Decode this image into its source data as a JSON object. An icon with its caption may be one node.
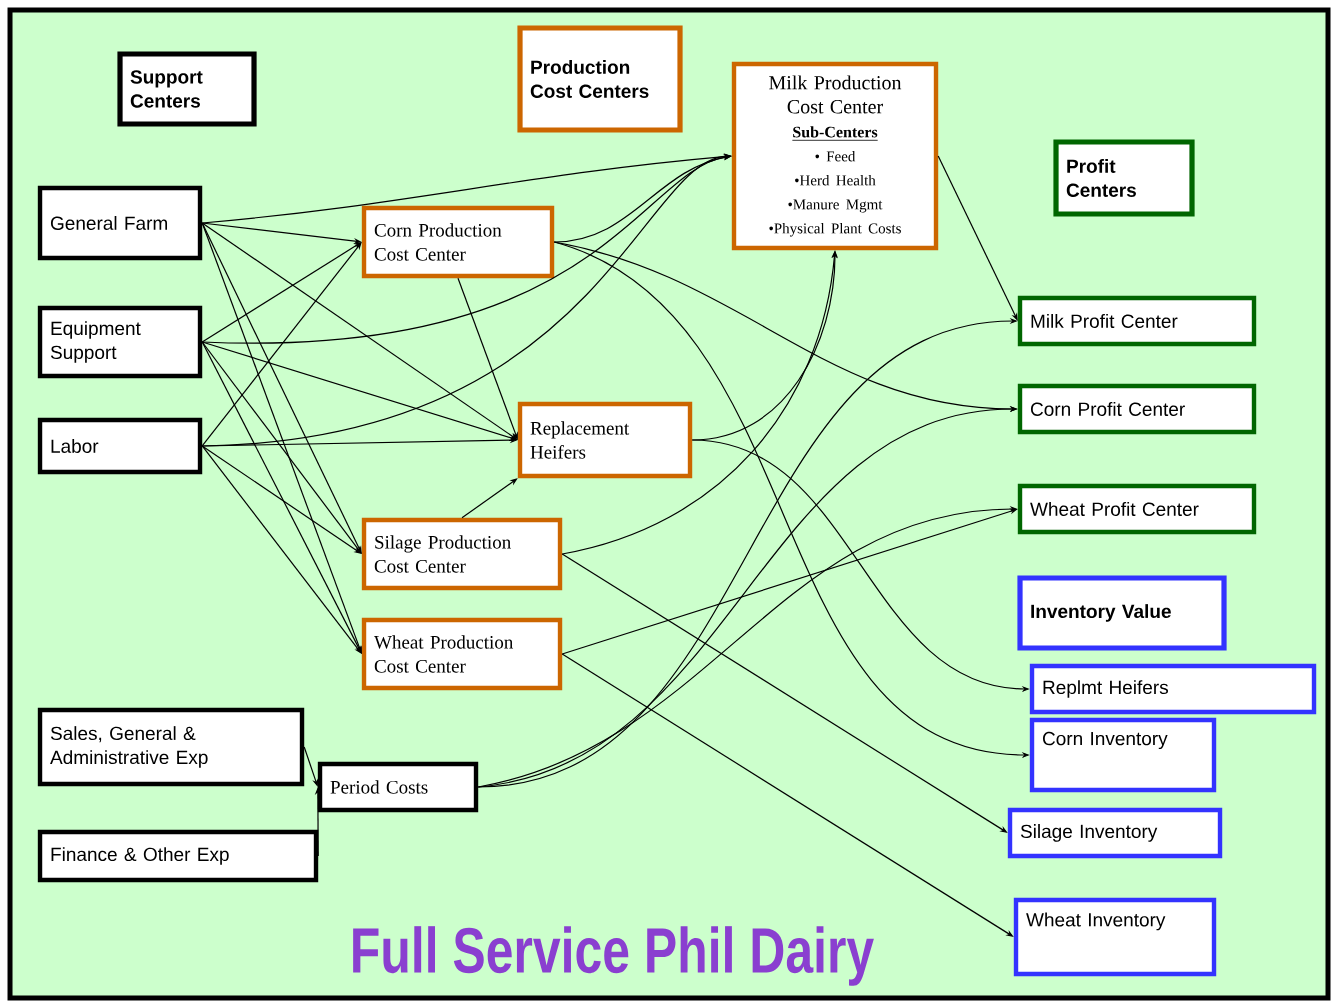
{
  "diagram": {
    "title": "Full Service Phil Dairy",
    "nodes": [
      {
        "text": [
          "Support Centers"
        ]
      },
      {
        "text": [
          "Production Cost Centers"
        ]
      },
      {
        "text": [
          "Milk Production Cost Center",
          "Sub-Centers",
          "• Feed",
          "•Herd Health",
          "•Manure Mgmt",
          "•Physical Plant Costs"
        ]
      },
      {
        "text": [
          "Profit Centers"
        ]
      },
      {
        "text": [
          "General Farm"
        ]
      },
      {
        "text": [
          "Corn Production Cost Center"
        ]
      },
      {
        "text": [
          "Equipment Support"
        ]
      },
      {
        "text": [
          "Milk Profit Center"
        ]
      },
      {
        "text": [
          "Corn Profit Center"
        ]
      },
      {
        "text": [
          "Labor"
        ]
      },
      {
        "text": [
          "Replacement Heifers"
        ]
      },
      {
        "text": [
          "Wheat Profit Center"
        ]
      },
      {
        "text": [
          "Silage Production Cost Center"
        ]
      },
      {
        "text": [
          "Inventory Value"
        ]
      },
      {
        "text": [
          "Wheat Production Cost Center"
        ]
      },
      {
        "text": [
          "Replmt Heifers"
        ]
      },
      {
        "text": [
          "Sales, General & Administrative Exp"
        ]
      },
      {
        "text": [
          "Corn Inventory"
        ]
      },
      {
        "text": [
          "Period Costs"
        ]
      },
      {
        "text": [
          "Silage Inventory"
        ]
      },
      {
        "text": [
          "Finance & Other Exp"
        ]
      },
      {
        "text": [
          "Wheat Inventory"
        ]
      }
    ],
    "edges": [
      {
        "from": 4,
        "to": 5,
        "arrow": "to"
      },
      {
        "from": 4,
        "to": 10,
        "arrow": "to"
      },
      {
        "from": 4,
        "to": 12,
        "arrow": "to"
      },
      {
        "from": 4,
        "to": 14,
        "arrow": "to"
      },
      {
        "from": 4,
        "to": 2,
        "arrow": "to"
      },
      {
        "from": 6,
        "to": 5,
        "arrow": "to"
      },
      {
        "from": 6,
        "to": 10,
        "arrow": "to"
      },
      {
        "from": 6,
        "to": 12,
        "arrow": "to"
      },
      {
        "from": 6,
        "to": 14,
        "arrow": "to"
      },
      {
        "from": 6,
        "to": 2,
        "arrow": "to"
      },
      {
        "from": 9,
        "to": 5,
        "arrow": "to"
      },
      {
        "from": 9,
        "to": 10,
        "arrow": "to"
      },
      {
        "from": 9,
        "to": 12,
        "arrow": "to"
      },
      {
        "from": 9,
        "to": 14,
        "arrow": "to"
      },
      {
        "from": 9,
        "to": 2,
        "arrow": "to"
      },
      {
        "from": 5,
        "to": 2,
        "arrow": "to"
      },
      {
        "from": 5,
        "to": 10,
        "arrow": "to"
      },
      {
        "from": 5,
        "to": 8,
        "arrow": "to"
      },
      {
        "from": 5,
        "to": 17,
        "arrow": "to"
      },
      {
        "from": 12,
        "to": 10,
        "arrow": "to"
      },
      {
        "from": 12,
        "to": 2,
        "arrow": "to"
      },
      {
        "from": 12,
        "to": 19,
        "arrow": "to"
      },
      {
        "from": 10,
        "to": 2,
        "arrow": "to"
      },
      {
        "from": 10,
        "to": 15,
        "arrow": "to"
      },
      {
        "from": 14,
        "to": 11,
        "arrow": "to"
      },
      {
        "from": 14,
        "to": 21,
        "arrow": "to"
      },
      {
        "from": 2,
        "to": 7,
        "arrow": "to"
      },
      {
        "from": 16,
        "to": 18,
        "arrow": "to"
      },
      {
        "from": 20,
        "to": 18,
        "arrow": "to"
      },
      {
        "from": 18,
        "to": 7,
        "arrow": "to"
      },
      {
        "from": 18,
        "to": 8,
        "arrow": "to"
      },
      {
        "from": 18,
        "to": 11,
        "arrow": "to"
      }
    ]
  }
}
